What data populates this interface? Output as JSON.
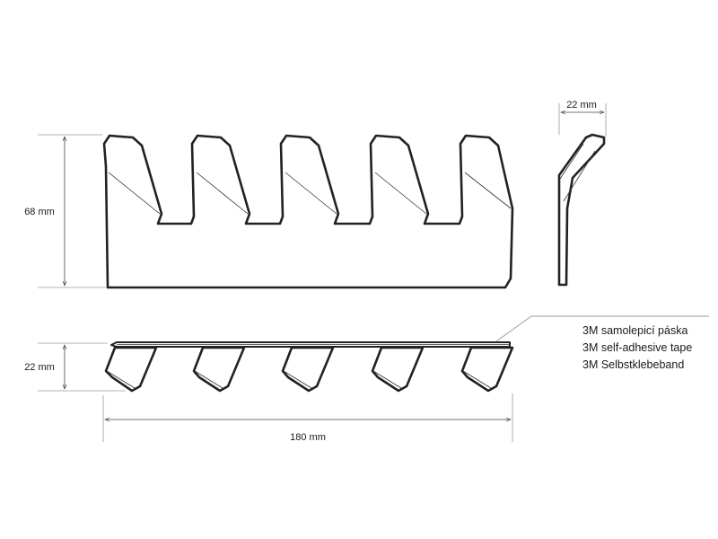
{
  "dimensions": {
    "height_front": "68 mm",
    "depth_side": "22 mm",
    "depth_top": "22 mm",
    "width": "180 mm"
  },
  "tape_labels": [
    "3M samolepicí páska",
    "3M self-adhesive tape",
    "3M Selbstklebeband"
  ],
  "hook_count": 5
}
